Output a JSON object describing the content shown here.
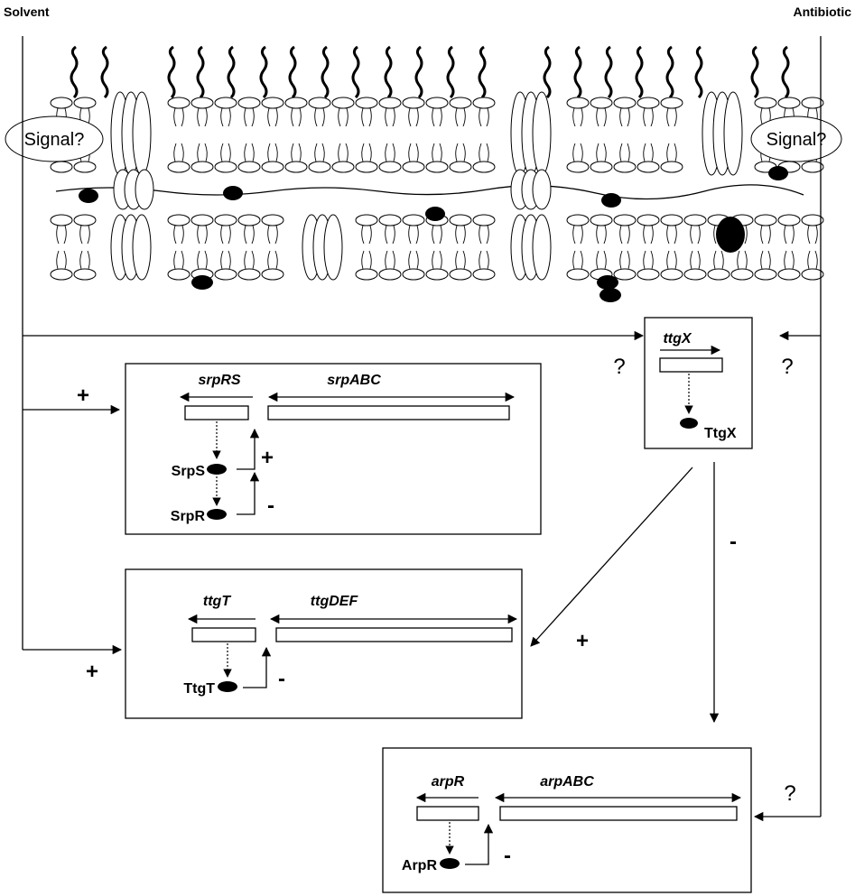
{
  "labels": {
    "solvent": "Solvent",
    "antibiotic": "Antibiotic",
    "signal_left": "Signal?",
    "signal_right": "Signal?"
  },
  "modules": {
    "srp": {
      "regulator_gene": "srpRS",
      "pump_gene": "srpABC",
      "sensor_protein": "SrpS",
      "regulator_protein": "SrpR",
      "sign_upper": "+",
      "sign_lower": "-"
    },
    "ttgt": {
      "regulator_gene": "ttgT",
      "pump_gene": "ttgDEF",
      "protein": "TtgT",
      "sign": "-"
    },
    "ttgx": {
      "gene": "ttgX",
      "protein": "TtgX"
    },
    "arp": {
      "regulator_gene": "arpR",
      "pump_gene": "arpABC",
      "protein": "ArpR",
      "sign": "-"
    }
  },
  "edges": {
    "solvent_to_srp": "+",
    "solvent_to_ttgt": "+",
    "solvent_to_ttgx": "?",
    "antibiotic_to_ttgx": "?",
    "antibiotic_to_arp": "?",
    "ttgx_to_ttgt": "+",
    "ttgx_to_arp": "-"
  },
  "icons": {
    "membrane": "bacterial-envelope-icon",
    "protein": "protein-ellipse-icon",
    "pump": "efflux-pump-icon"
  }
}
